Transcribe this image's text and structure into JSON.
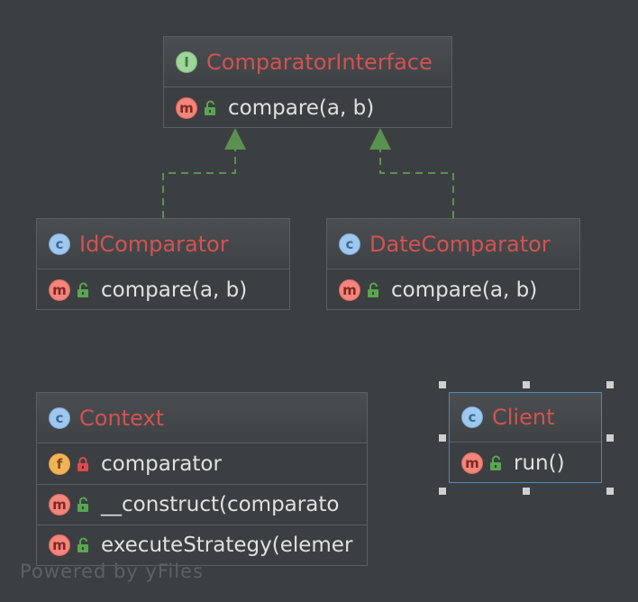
{
  "diagram": {
    "nodes": {
      "comparator_interface": {
        "kind_letter": "I",
        "name": "ComparatorInterface",
        "methods": [
          {
            "kind_letter": "m",
            "text": "compare(a, b)"
          }
        ]
      },
      "id_comparator": {
        "kind_letter": "c",
        "name": "IdComparator",
        "methods": [
          {
            "kind_letter": "m",
            "text": "compare(a, b)"
          }
        ]
      },
      "date_comparator": {
        "kind_letter": "c",
        "name": "DateComparator",
        "methods": [
          {
            "kind_letter": "m",
            "text": "compare(a, b)"
          }
        ]
      },
      "context": {
        "kind_letter": "c",
        "name": "Context",
        "fields": [
          {
            "kind_letter": "f",
            "text": "comparator"
          }
        ],
        "methods": [
          {
            "kind_letter": "m",
            "text": "__construct(comparato"
          },
          {
            "kind_letter": "m",
            "text": "executeStrategy(elemer"
          }
        ]
      },
      "client": {
        "kind_letter": "c",
        "name": "Client",
        "methods": [
          {
            "kind_letter": "m",
            "text": "run()"
          }
        ]
      }
    },
    "edges": [
      {
        "from": "IdComparator",
        "to": "ComparatorInterface",
        "type": "realization"
      },
      {
        "from": "DateComparator",
        "to": "ComparatorInterface",
        "type": "realization"
      }
    ],
    "colors": {
      "background": "#3c3f41",
      "class_name": "#d25252",
      "member_text": "#e0e0e0",
      "edge": "#5a9150",
      "selection": "#4a88c7",
      "lock_public": "#5aa552",
      "lock_private": "#d84c4c"
    },
    "icons": {
      "class": "class-icon",
      "interface": "interface-icon",
      "method": "method-icon",
      "field": "field-icon",
      "public": "unlocked-icon",
      "private": "locked-icon"
    }
  },
  "watermark": "Powered by yFiles"
}
